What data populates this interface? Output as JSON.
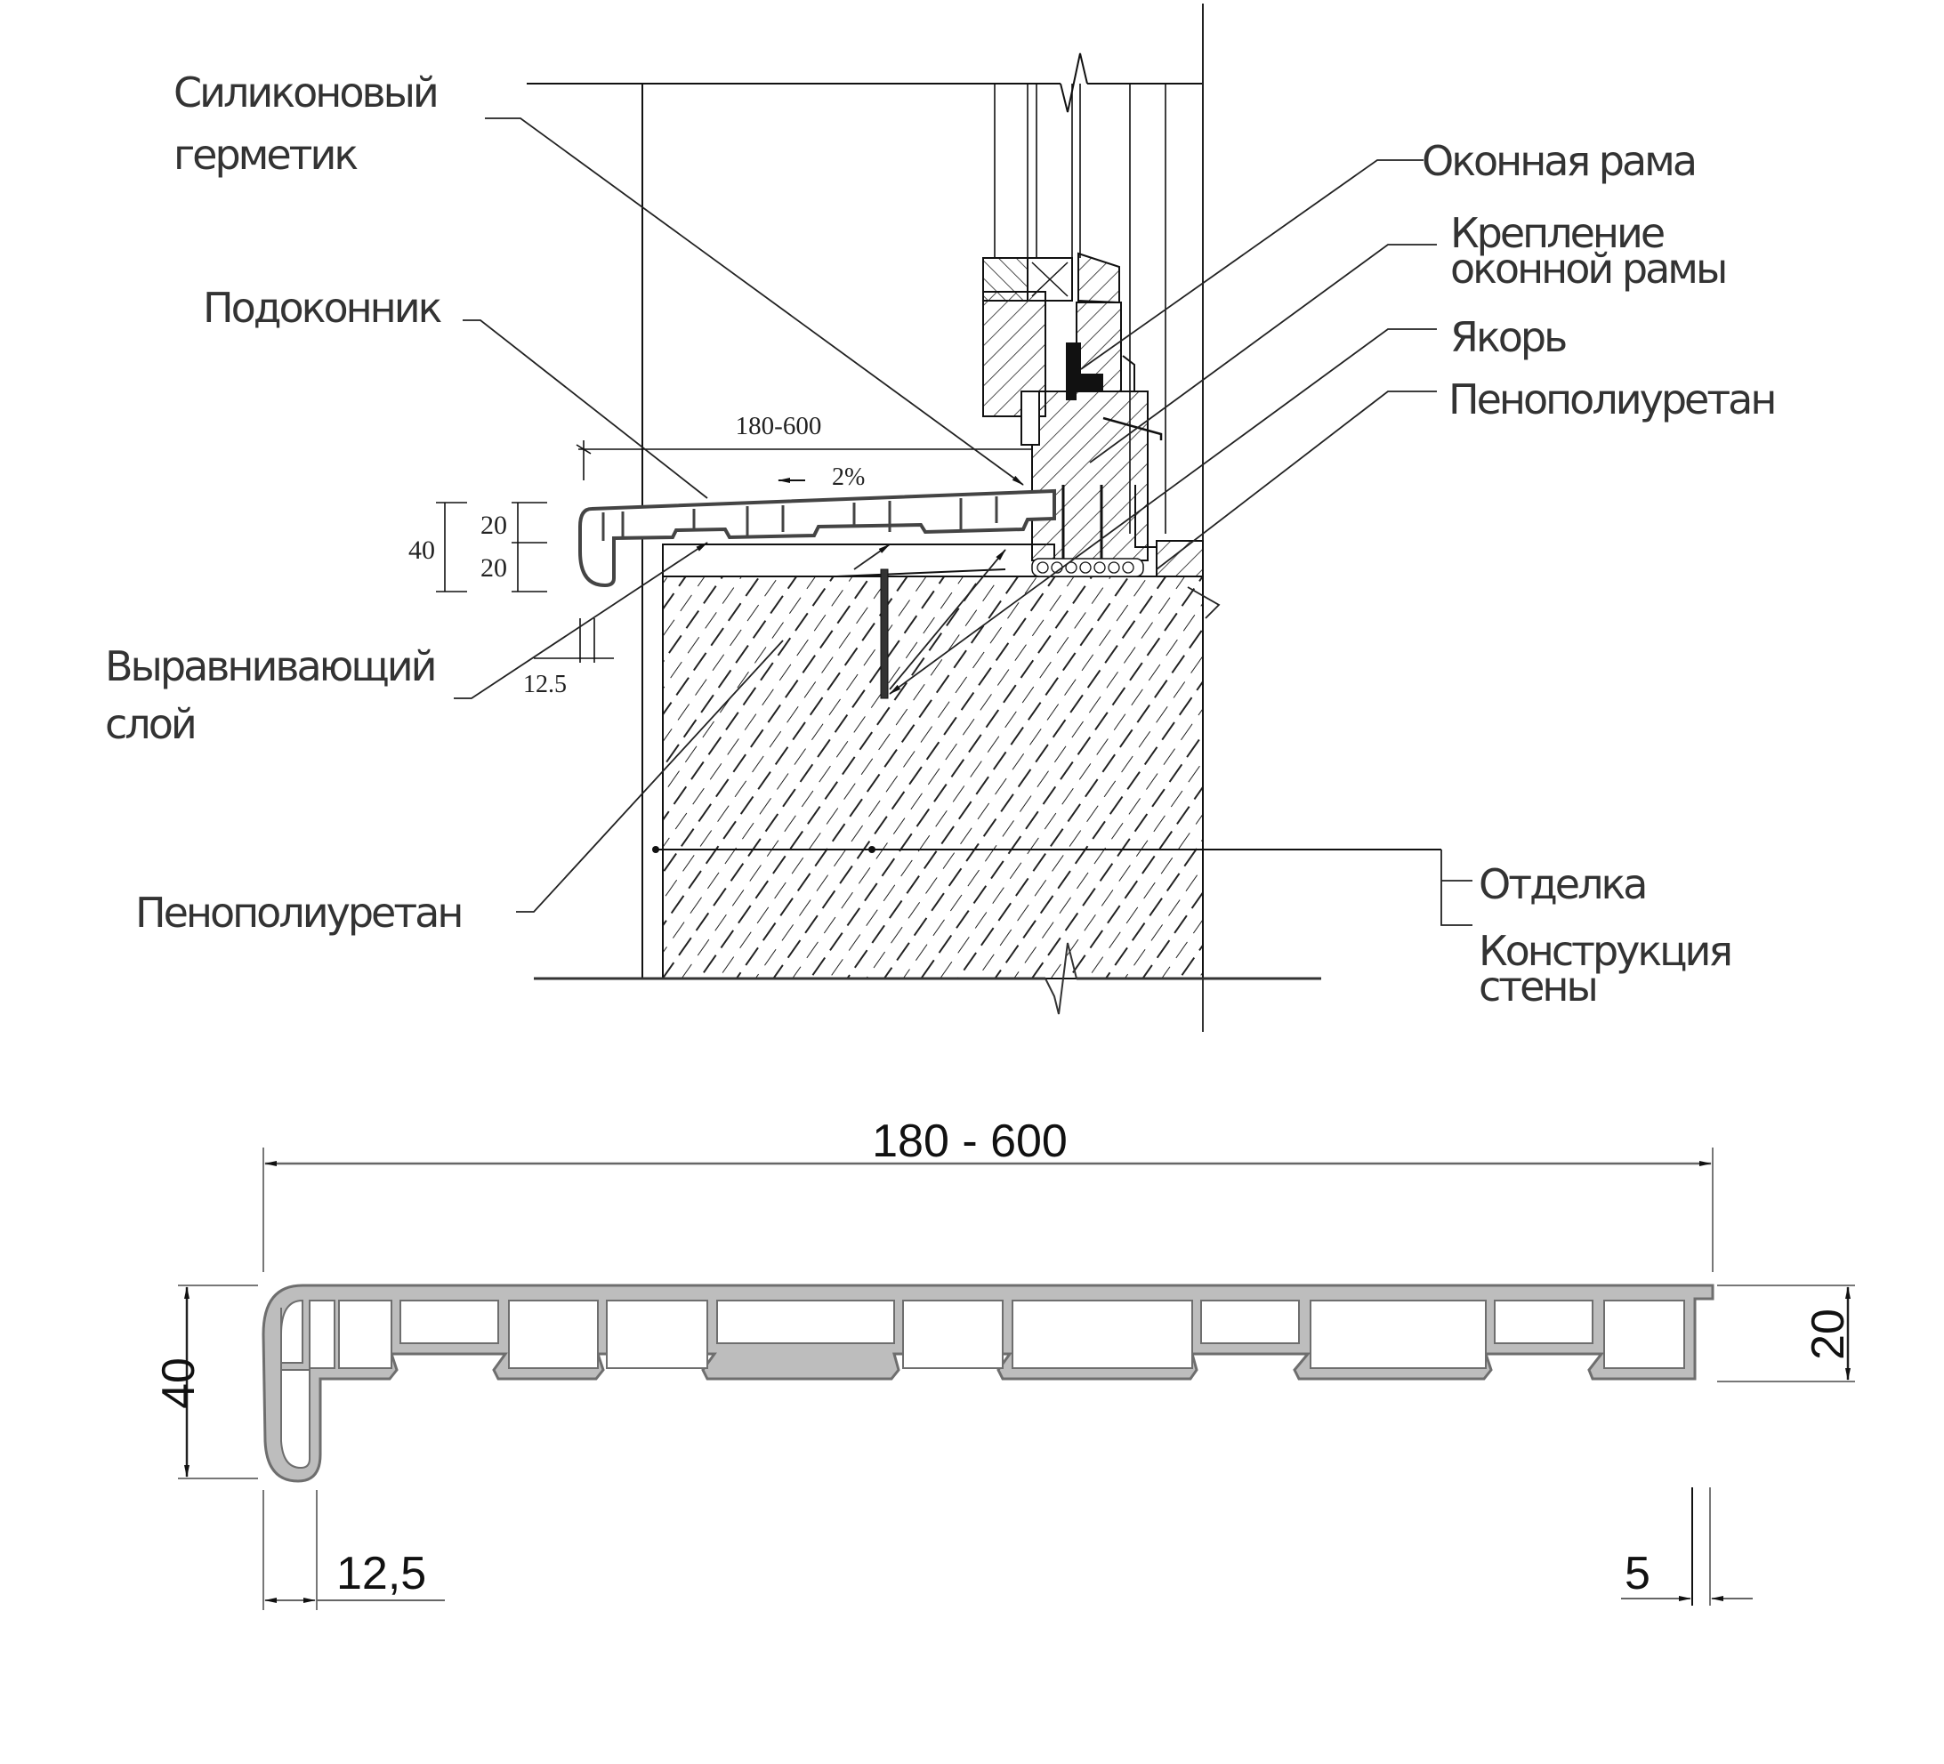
{
  "section_drawing": {
    "labels": {
      "silicone_sealant": [
        "Силиконовый",
        "герметик"
      ],
      "windowsill": "Подоконник",
      "leveling_layer": [
        "Выравнивающий",
        "слой"
      ],
      "polyurethane_foam_left": "Пенополиуретан",
      "window_frame": "Оконная рама",
      "frame_fastening": [
        "Крепление",
        "оконной рамы"
      ],
      "anchor": "Якорь",
      "polyurethane_foam_right": "Пенополиуретан",
      "finishing": "Отделка",
      "wall_structure": [
        "Конструкция",
        "стены"
      ]
    },
    "dimensions": {
      "width": "180-600",
      "slope": "2%",
      "total_height": "40",
      "upper_height": "20",
      "lower_height": "20",
      "nose_width": "12.5"
    }
  },
  "profile_drawing": {
    "dimensions": {
      "width": "180 - 600",
      "total_height": "40",
      "body_height": "20",
      "nose_width": "12,5",
      "end_offset": "5"
    },
    "colors": {
      "profile_fill": "#bdbdbd",
      "profile_edge": "#6e6e6e"
    }
  }
}
